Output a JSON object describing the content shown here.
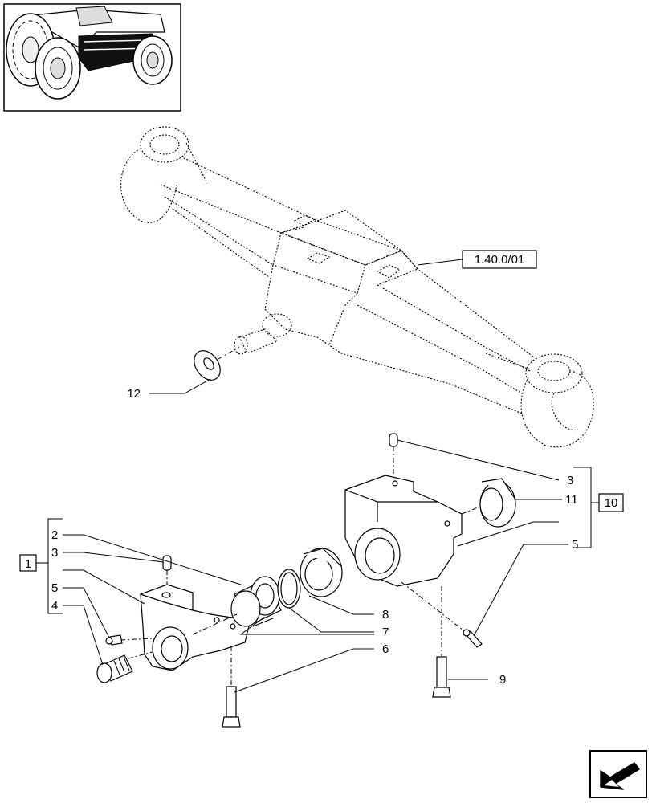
{
  "reference_label": "1.40.0/01",
  "callouts": {
    "c12": "12",
    "c3_right": "3",
    "c11": "11",
    "c10": "10",
    "c5_right": "5",
    "c2": "2",
    "c3_left": "3",
    "c1": "1",
    "c5_left": "5",
    "c4": "4",
    "c8": "8",
    "c7": "7",
    "c6": "6",
    "c9": "9"
  }
}
